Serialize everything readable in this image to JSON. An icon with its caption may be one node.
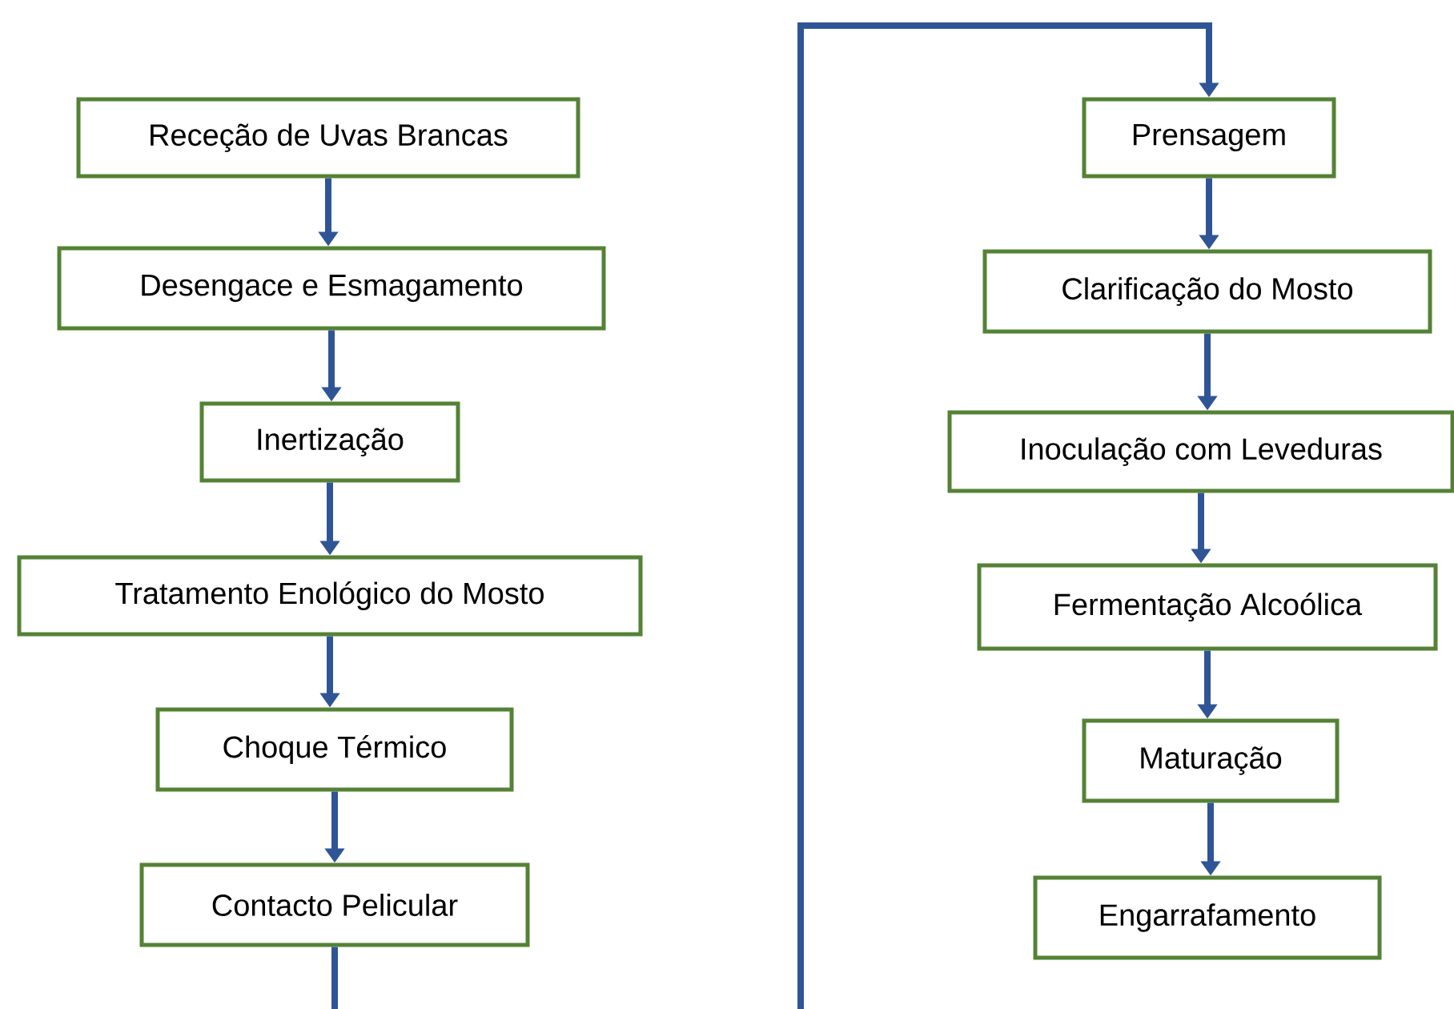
{
  "diagram": {
    "nodes": [
      {
        "text": [
          "Receção de Uvas Brancas"
        ]
      },
      {
        "text": [
          "Desengace e Esmagamento"
        ]
      },
      {
        "text": [
          "Inertização"
        ]
      },
      {
        "text": [
          "Tratamento Enológico do Mosto"
        ]
      },
      {
        "text": [
          "Choque Térmico"
        ]
      },
      {
        "text": [
          "Contacto Pelicular"
        ]
      },
      {
        "text": [
          "Prensagem"
        ]
      },
      {
        "text": [
          "Clarificação do Mosto"
        ]
      },
      {
        "text": [
          "Inoculação com Leveduras"
        ]
      },
      {
        "text": [
          "Fermentação Alcoólica"
        ]
      },
      {
        "text": [
          "Maturação"
        ]
      },
      {
        "text": [
          "Engarrafamento"
        ]
      }
    ],
    "edges": [
      {
        "from": 0,
        "to": 1,
        "arrow": "to"
      },
      {
        "from": 1,
        "to": 2,
        "arrow": "to"
      },
      {
        "from": 2,
        "to": 3,
        "arrow": "to"
      },
      {
        "from": 3,
        "to": 4,
        "arrow": "to"
      },
      {
        "from": 4,
        "to": 5,
        "arrow": "to"
      },
      {
        "from": 5,
        "to": 6,
        "arrow": "to"
      },
      {
        "from": 6,
        "to": 7,
        "arrow": "to"
      },
      {
        "from": 7,
        "to": 8,
        "arrow": "to"
      },
      {
        "from": 8,
        "to": 9,
        "arrow": "to"
      },
      {
        "from": 9,
        "to": 10,
        "arrow": "to"
      },
      {
        "from": 10,
        "to": 11,
        "arrow": "to"
      }
    ]
  }
}
